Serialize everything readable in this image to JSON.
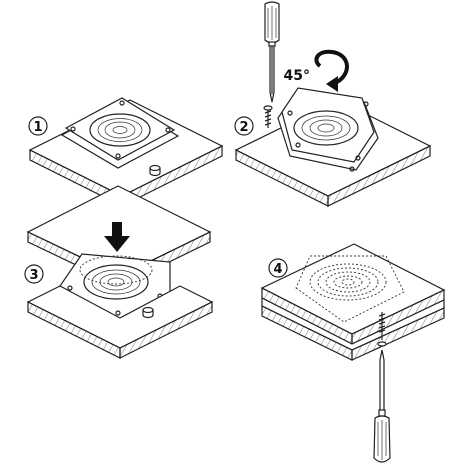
{
  "steps": [
    {
      "number": "1"
    },
    {
      "number": "2",
      "rotation_label": "45°"
    },
    {
      "number": "3"
    },
    {
      "number": "4"
    }
  ],
  "colors": {
    "line": "#222222",
    "background": "#ffffff"
  }
}
